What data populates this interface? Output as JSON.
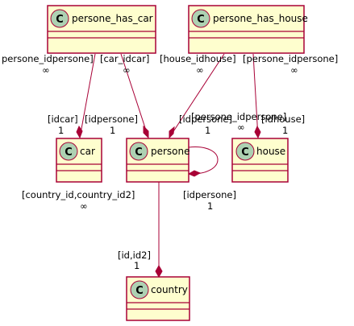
{
  "classes": {
    "persone_has_car": {
      "stereotype": "C",
      "name": "persone_has_car"
    },
    "persone_has_house": {
      "stereotype": "C",
      "name": "persone_has_house"
    },
    "car": {
      "stereotype": "C",
      "name": "car"
    },
    "persone": {
      "stereotype": "C",
      "name": "persone"
    },
    "house": {
      "stereotype": "C",
      "name": "house"
    },
    "country": {
      "stereotype": "C",
      "name": "country"
    }
  },
  "edges": {
    "phc_to_car": {
      "source_label": "persone_idpersone]",
      "source_mult": "∞",
      "target_label": "[idcar]",
      "target_mult": "1"
    },
    "phc_to_persone": {
      "source_label": "[car_idcar]",
      "source_mult": "∞",
      "target_label": "[idpersone]",
      "target_mult": "1"
    },
    "phh_to_persone": {
      "source_label": "[house_idhouse]",
      "source_mult": "∞",
      "target_label": "[idpersone]",
      "target_mult": "1"
    },
    "phh_to_house": {
      "source_label": "[persone_idpersone]",
      "source_mult": "∞",
      "target_label": "[idhouse]",
      "target_mult": "1"
    },
    "persone_self": {
      "source_label": "[persone_idpersone]",
      "source_mult": "∞",
      "target_label": "[idpersone]",
      "target_mult": "1"
    },
    "persone_to_country": {
      "source_label": "[country_id,country_id2]",
      "source_mult": "∞",
      "target_label": "[id,id2]",
      "target_mult": "1"
    }
  },
  "colors": {
    "class_fill": "#FEFECE",
    "class_border": "#A80036",
    "stereotype_circle": "#ADD1B2",
    "edge": "#A80036"
  }
}
